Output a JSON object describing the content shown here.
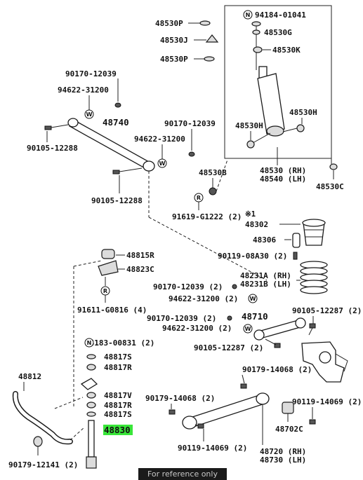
{
  "diagram": {
    "labels": {
      "p94184_01041": "94184-01041",
      "p48530P_a": "48530P",
      "p48530G": "48530G",
      "p48530J": "48530J",
      "p48530K": "48530K",
      "p48530P_b": "48530P",
      "p90170_12039_a": "90170-12039",
      "p94622_31200_a": "94622-31200",
      "p48740": "48740",
      "p90105_12288_a": "90105-12288",
      "p90170_12039_b": "90170-12039",
      "p94622_31200_b": "94622-31200",
      "p48530H_a": "48530H",
      "p48530H_b": "48530H",
      "p90105_12288_b": "90105-12288",
      "p48530B": "48530B",
      "p48530_48540": "48530 (RH)",
      "p48540": "48540 (LH)",
      "p48530C": "48530C",
      "p91619": "91619-G1222 (2)",
      "p48302": "48302",
      "p48306": "48306",
      "p90119_08A30": "90119-08A30 (2)",
      "p48815R": "48815R",
      "p48823C": "48823C",
      "p48231A": "48231A (RH)",
      "p48231B": "48231B (LH)",
      "p90170_12039_c": "90170-12039 (2)",
      "p94622_31200_c": "94622-31200 (2)",
      "p91611": "91611-G0816 (4)",
      "p90105_12287_a": "90105-12287 (2)",
      "p90170_12039_d": "90170-12039 (2)",
      "p48710": "48710",
      "p94622_31200_d": "94622-31200 (2)",
      "p94183": "94183-00831 (2)",
      "p90105_12287_b": "90105-12287 (2)",
      "p48817S_a": "48817S",
      "p48817R_a": "48817R",
      "p48812": "48812",
      "p90179_14068_a": "90179-14068 (2)",
      "p48817V": "48817V",
      "p90179_14068_b": "90179-14068 (2)",
      "p48817R_b": "48817R",
      "p48817S_b": "48817S",
      "p90119_14069_a": "90119-14069 (2)",
      "p48830": "48830",
      "p48702C": "48702C",
      "p90119_14069_b": "90119-14069 (2)",
      "p48720": "48720 (RH)",
      "p48730": "48730 (LH)",
      "p90179_12141": "90179-12141 (2)"
    },
    "markers": {
      "n": "N",
      "w": "W",
      "r": "R",
      "star": "※1"
    },
    "highlight_color": "#39e639"
  },
  "footer": {
    "note": "For reference only"
  }
}
